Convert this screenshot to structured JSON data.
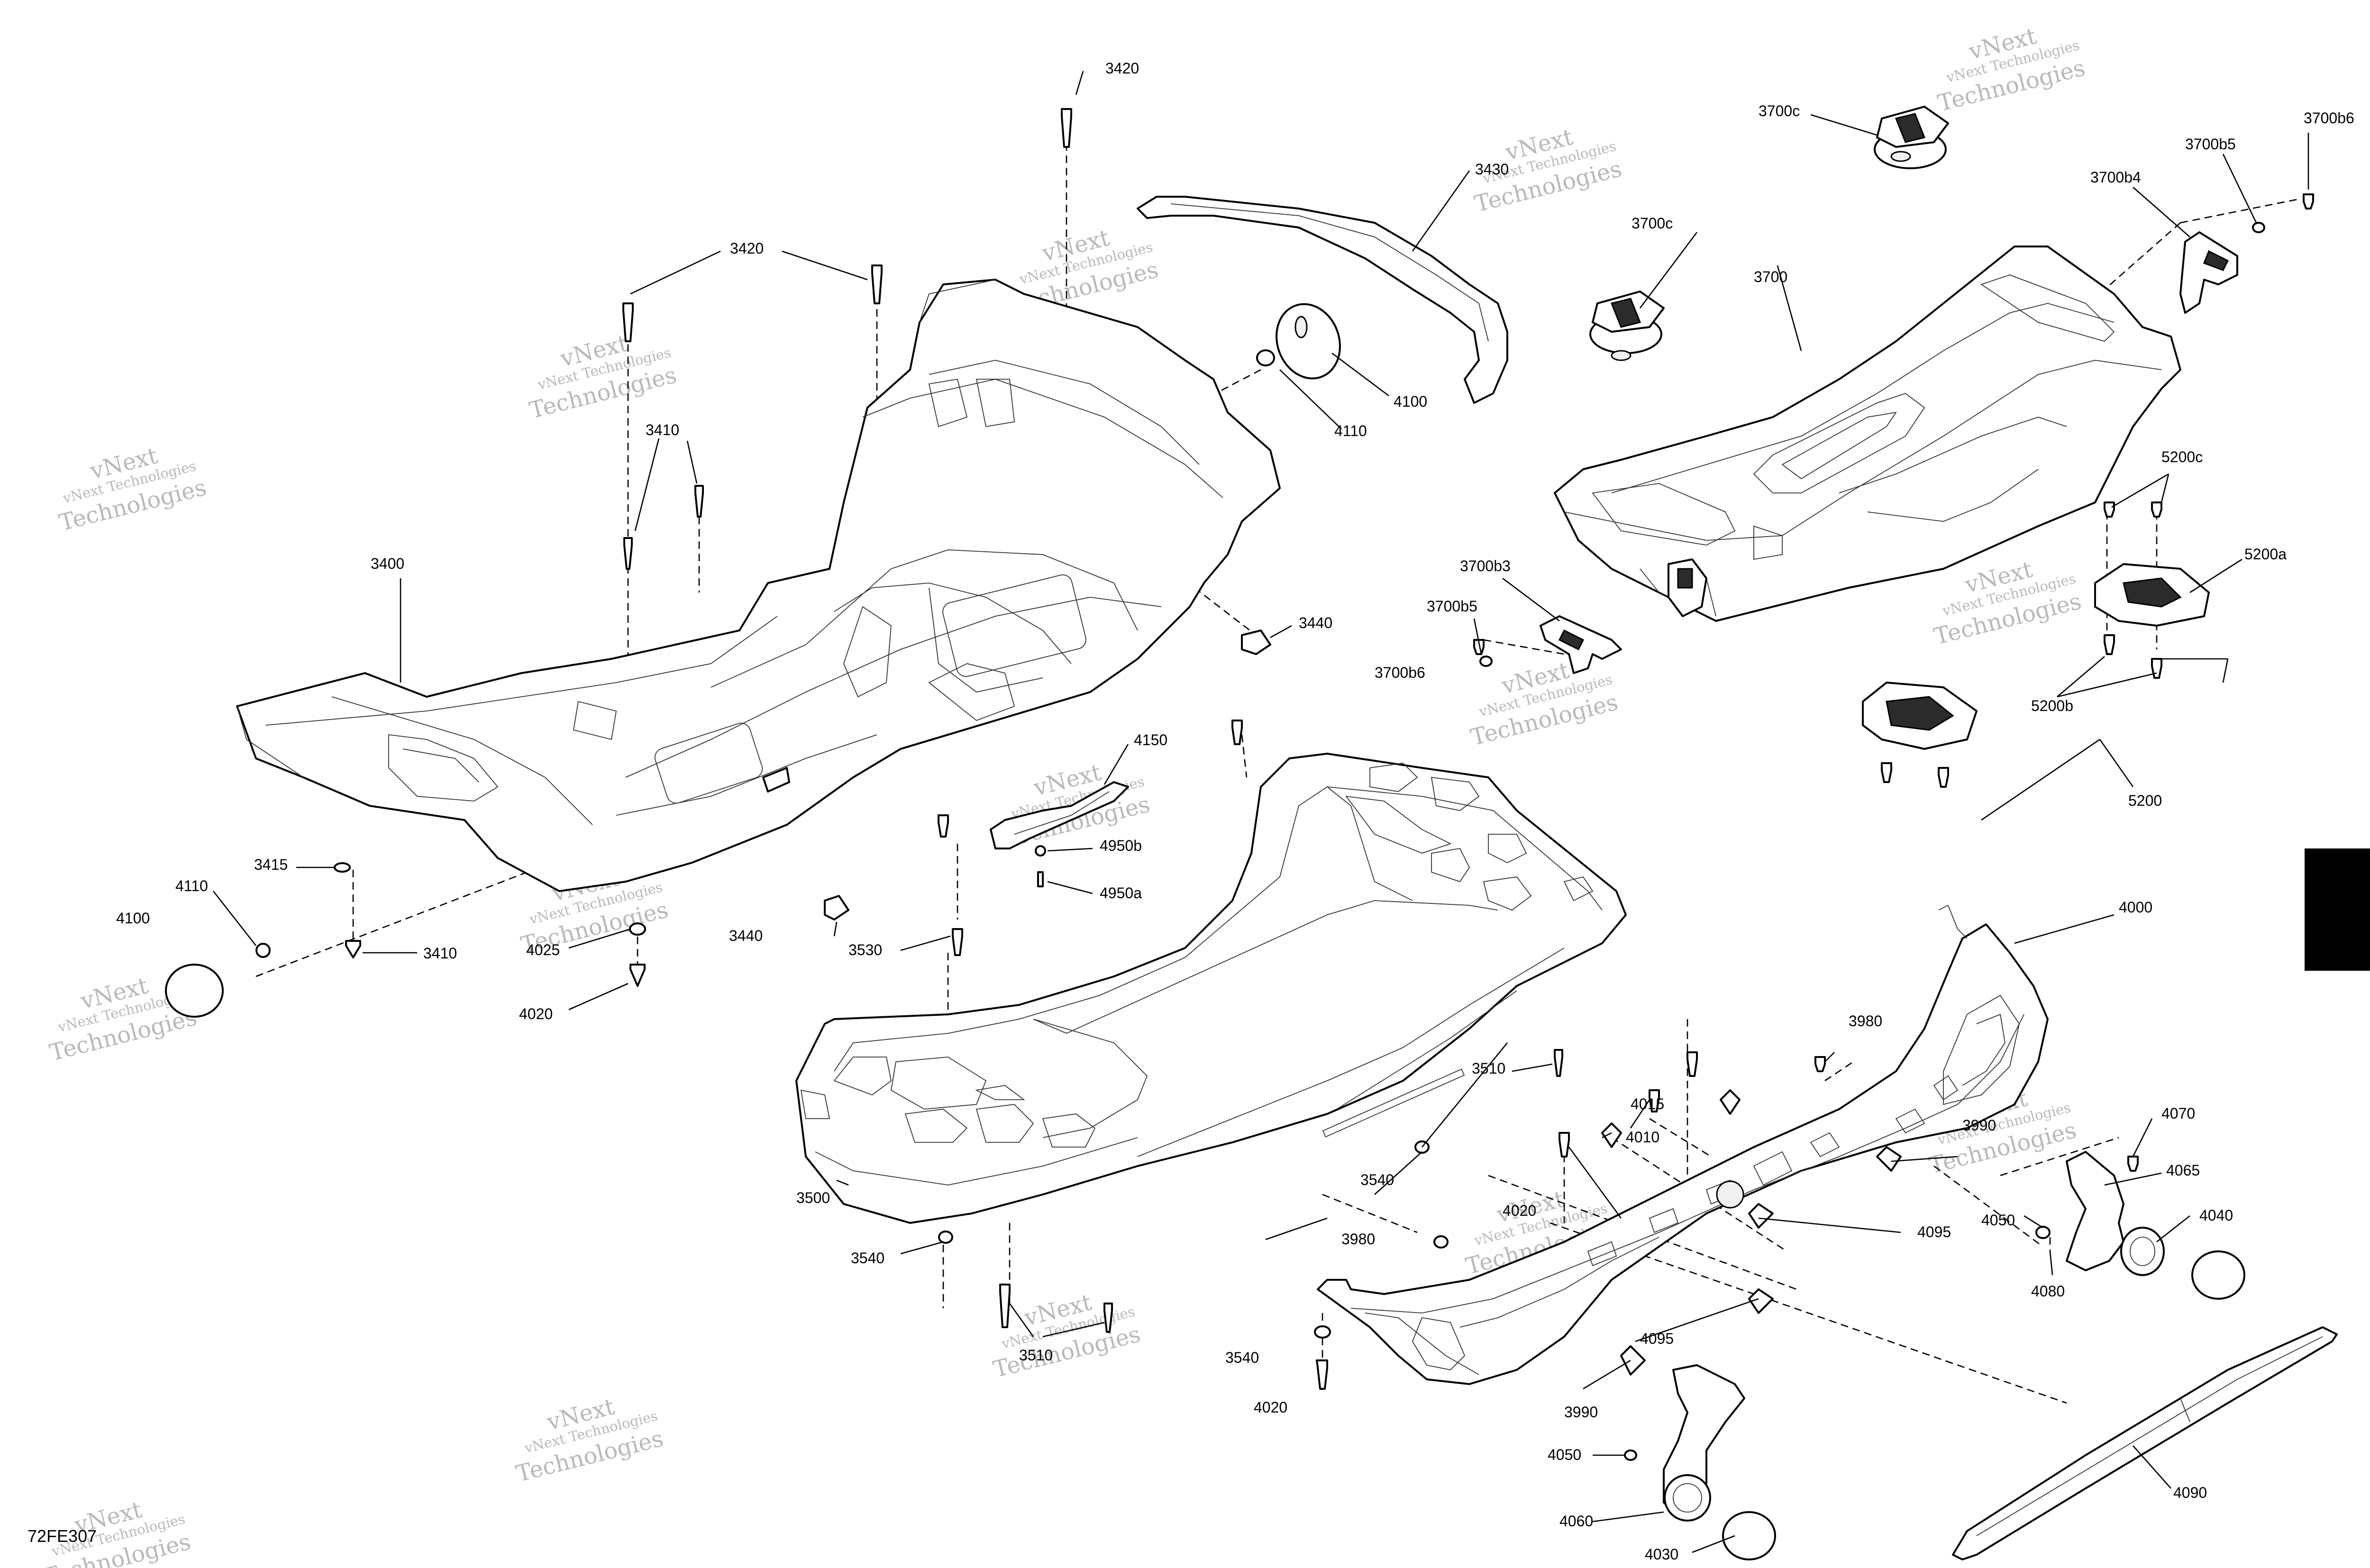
{
  "diagram": {
    "document_id": "72FE307",
    "tab_color": "#000000",
    "watermark": {
      "line1": "vNext",
      "line2": "Technologies",
      "small": "vNext Technologies"
    },
    "labels": {
      "p3420_top": "3420",
      "p3420_left": "3420",
      "p3430": "3430",
      "p3410_top": "3410",
      "p3410_bottom": "3410",
      "p3400": "3400",
      "p4100_upper": "4100",
      "p4110_upper": "4110",
      "p3440_upper": "3440",
      "p3440_lower": "3440",
      "p4150": "4150",
      "p4950b": "4950b",
      "p4950a": "4950a",
      "p3415": "3415",
      "p4110_lower": "4110",
      "p4100_lower": "4100",
      "p4025": "4025",
      "p4020_left": "4020",
      "p3530": "3530",
      "p3500": "3500",
      "p3510_right": "3510",
      "p3510_bottom": "3510",
      "p3540_mid": "3540",
      "p3540_left": "3540",
      "p3540_bottom": "3540",
      "p3700c_top": "3700c",
      "p3700c_mid": "3700c",
      "p3700": "3700",
      "p3700b5_top": "3700b5",
      "p3700b6_top": "3700b6",
      "p3700b4": "3700b4",
      "p3700b3": "3700b3",
      "p3700b5_mid": "3700b5",
      "p3700b6_mid": "3700b6",
      "p5200c": "5200c",
      "p5200a": "5200a",
      "p5200b": "5200b",
      "p5200": "5200",
      "p4000": "4000",
      "p3980_top": "3980",
      "p3980_left": "3980",
      "p4015": "4015",
      "p4010": "4010",
      "p3990_right": "3990",
      "p3990_bottom": "3990",
      "p4020_mid": "4020",
      "p4020_bottom": "4020",
      "p4095_right": "4095",
      "p4095_bottom": "4095",
      "p4070": "4070",
      "p4065": "4065",
      "p4050_right": "4050",
      "p4050_bottom": "4050",
      "p4040": "4040",
      "p4080": "4080",
      "p4060": "4060",
      "p4030": "4030",
      "p4090": "4090"
    }
  }
}
